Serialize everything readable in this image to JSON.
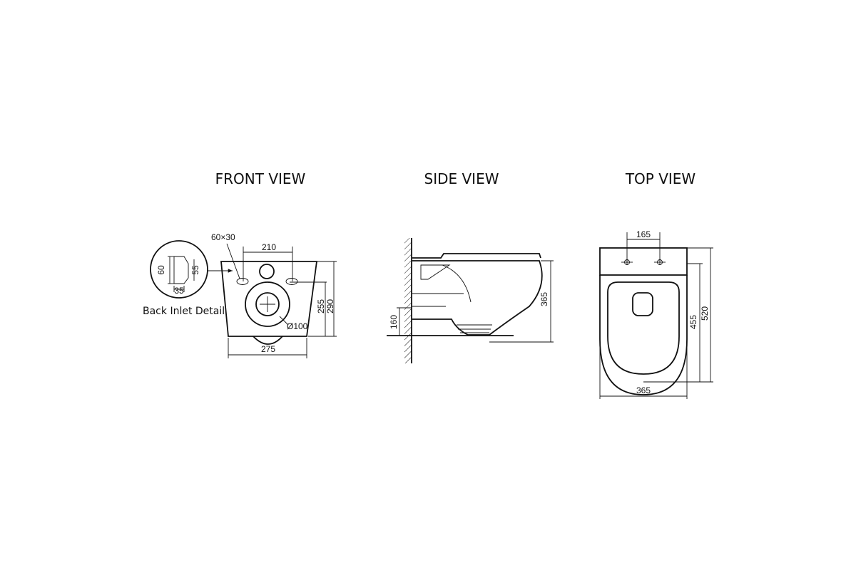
{
  "views": {
    "front": {
      "title": "FRONT VIEW",
      "dims": {
        "slot": "60×30",
        "holes": "210",
        "outlet_height": "255",
        "height": "290",
        "outlet_diameter": "Ø100",
        "width": "275"
      }
    },
    "detail": {
      "label": "Back Inlet Detail",
      "dims": {
        "height": "60",
        "inner": "55",
        "depth": "35"
      }
    },
    "side": {
      "title": "SIDE VIEW",
      "dims": {
        "inlet_height": "160",
        "length": "365"
      }
    },
    "top": {
      "title": "TOP VIEW",
      "dims": {
        "holes": "165",
        "inner_length": "455",
        "length": "520",
        "width": "365"
      }
    }
  }
}
